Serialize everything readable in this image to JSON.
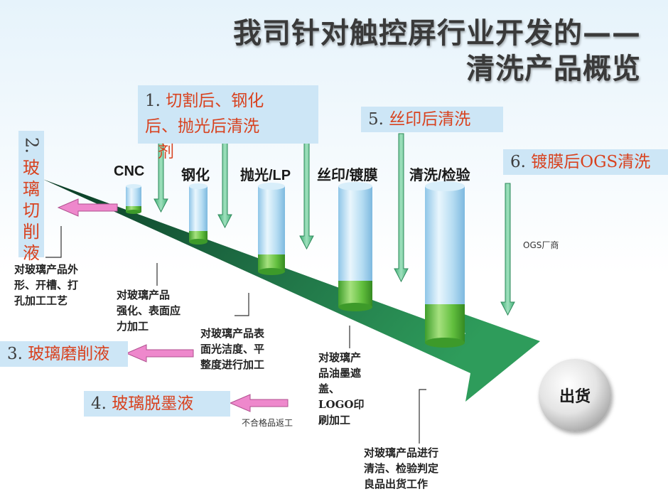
{
  "title": {
    "line1": "我司针对触控屏行业开发的——",
    "line2": "清洗产品概览"
  },
  "callouts": {
    "c1": {
      "num": "1.",
      "text_a": "切割后、钢化",
      "text_b": "后、抛光后清洗",
      "text_c": "剂"
    },
    "c2": {
      "num": "2.",
      "text": "玻璃切削液"
    },
    "c3": {
      "num": "3.",
      "text": "玻璃磨削液"
    },
    "c4": {
      "num": "4.",
      "text": "玻璃脱墨液"
    },
    "c5": {
      "num": "5.",
      "text": "丝印后清洗"
    },
    "c6": {
      "num": "6.",
      "text": "镀膜后OGS清洗"
    }
  },
  "stages": [
    "CNC",
    "钢化",
    "抛光/LP",
    "丝印/镀膜",
    "清洗/检验"
  ],
  "descriptions": {
    "cnc": [
      "对玻璃产品外",
      "形、开槽、打",
      "孔加工工艺"
    ],
    "temper": [
      "对玻璃产品",
      "强化、表面应",
      "力加工"
    ],
    "polish": [
      "对玻璃产品表",
      "面光洁度、平",
      "整度进行加工"
    ],
    "print": [
      "对玻璃产",
      "品油墨遮",
      "盖、",
      "LOGO印",
      "刷加工"
    ],
    "clean": [
      "对玻璃产品进行",
      "清洁、检验判定",
      "良品出货工作"
    ]
  },
  "notes": {
    "ogs": "OGS厂商",
    "reject": "不合格品返工"
  },
  "shipping": "出货",
  "colors": {
    "arrow_dark": "#0d4a2f",
    "arrow_light": "#2d9b58",
    "callout_bg": "#cde6f6",
    "accent_red": "#d8421f",
    "down_arrow": "#5fbf8a",
    "pink_arrow": "#ee88cc"
  }
}
